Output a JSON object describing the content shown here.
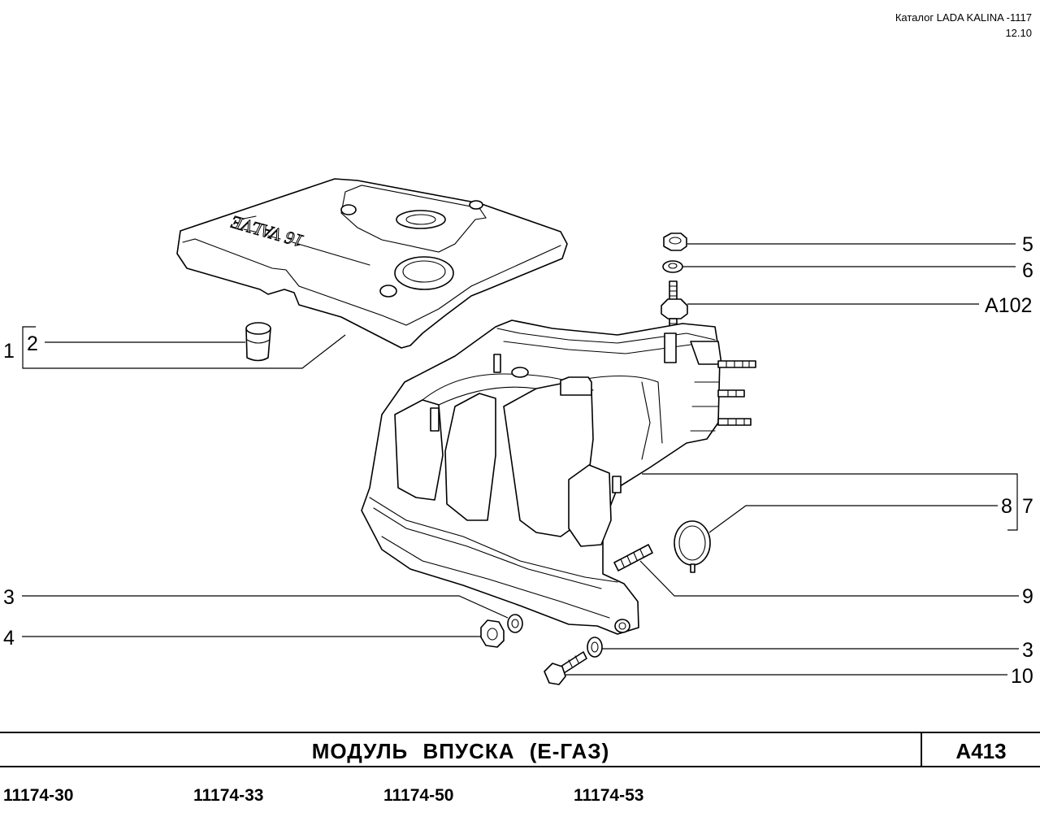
{
  "header": {
    "catalog_line": "Каталог  LADA  KALINA -1117",
    "date_line": "12.10"
  },
  "callouts": {
    "c1": "1",
    "c2": "2",
    "c3_left": "3",
    "c4": "4",
    "c5": "5",
    "c6": "6",
    "a102": "A102",
    "c7": "7",
    "c8": "8",
    "c9": "9",
    "c3_right": "3",
    "c10": "10"
  },
  "cover_lettering": "16 VALVE",
  "title_block": {
    "title": "МОДУЛЬ   ВПУСКА   (Е-ГАЗ)",
    "code": "A413"
  },
  "models": [
    "11174-30",
    "11174-33",
    "11174-50",
    "11174-53"
  ]
}
